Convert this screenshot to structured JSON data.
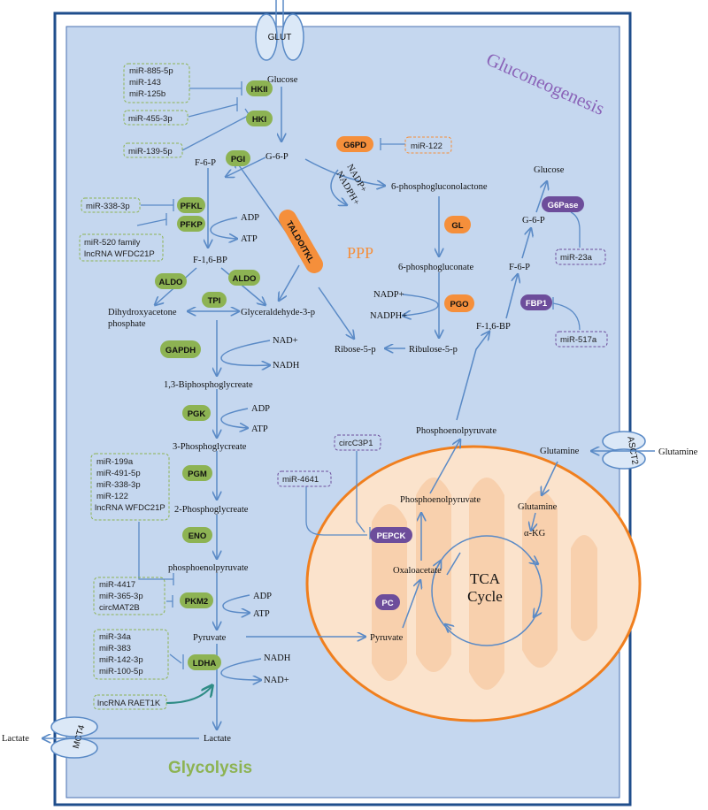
{
  "colors": {
    "cell_fill": "#c5d7ef",
    "cell_border": "#1f4e8c",
    "glycolysis_enzyme": "#8db353",
    "ppp_enzyme": "#f58f3b",
    "gluconeo_enzyme": "#6d4d9b",
    "mito_fill": "#fbe3cc",
    "mito_border": "#f07f1e",
    "arrow": "#5a8ac6"
  },
  "labels": {
    "gluconeogenesis": "Gluconeogenesis",
    "glycolysis": "Glycolysis",
    "ppp": "PPP",
    "tca": "TCA",
    "cycle": "Cycle"
  },
  "transporters": {
    "glut": "GLUT",
    "mct4": "MCT4",
    "asct2": "ASCT2"
  },
  "metabolites": {
    "glucose": "Glucose",
    "g6p": "G-6-P",
    "f6p": "F-6-P",
    "f16bp": "F-1,6-BP",
    "dhap1": "Dihydroxyacetone",
    "dhap2": "phosphate",
    "g3p": "Glyceraldehyde-3-p",
    "bpg13": "1,3-Biphosphoglycreate",
    "pg3": "3-Phosphoglycreate",
    "pg2": "2-Phosphoglycreate",
    "pep": "phosphoenolpyruvate",
    "pyruvate": "Pyruvate",
    "lactate": "Lactate",
    "lactate_out": "Lactate",
    "adp1": "ADP",
    "atp1": "ATP",
    "nad1": "NAD+",
    "nadh1": "NADH",
    "adp2": "ADP",
    "atp2": "ATP",
    "adp3": "ADP",
    "atp3": "ATP",
    "nadh2": "NADH",
    "nad2": "NAD+",
    "pgl": "6-phosphogluconolactone",
    "pgc": "6-phosphogluconate",
    "nadp_ppp": "NADP+",
    "nadph_ppp": "NADPH+",
    "ru5p": "Ribulose-5-p",
    "r5p": "Ribose-5-p",
    "nadp_g6pd": "NADP+",
    "nadph_g6pd": "NADPH+",
    "pep_cyto": "Phosphoenolpyruvate",
    "glucose_gn": "Glucose",
    "g6p_gn": "G-6-P",
    "f6p_gn": "F-6-P",
    "f16bp_gn": "F-1,6-BP",
    "glutamine_cyto": "Glutamine",
    "glutamine_out": "Glutamine",
    "glutamine_mito": "Glutamine",
    "akg": "α-KG",
    "pep_mito": "Phosphoenolpyruvate",
    "oaa": "Oxaloacetate",
    "pyruvate_mito": "Pyruvate"
  },
  "enzymes": {
    "hkii": "HKII",
    "hki": "HKI",
    "pgi": "PGI",
    "pfkl": "PFKL",
    "pfkp": "PFKP",
    "aldo1": "ALDO",
    "aldo2": "ALDO",
    "tpi": "TPI",
    "gapdh": "GAPDH",
    "pgk": "PGK",
    "pgm": "PGM",
    "eno": "ENO",
    "pkm2": "PKM2",
    "ldha": "LDHA",
    "g6pd": "G6PD",
    "taldo": "TALDO/TKL",
    "gl": "GL",
    "pgo": "PGO",
    "g6pase": "G6Pase",
    "fbp1": "FBP1",
    "pepck": "PEPCK",
    "pc": "PC"
  },
  "regulators": {
    "hkii": [
      "miR-885-5p",
      "miR-143",
      "miR-125b"
    ],
    "hki1": [
      "miR-455-3p"
    ],
    "hki2": [
      "miR-139-5p"
    ],
    "pfkl": [
      "miR-338-3p"
    ],
    "pfkp": [
      "miR-520 family",
      "lncRNA WFDC21P"
    ],
    "pgm": [
      "miR-199a",
      "miR-491-5p",
      "miR-338-3p",
      "miR-122",
      "lncRNA WFDC21P"
    ],
    "pkm2": [
      "miR-4417",
      "miR-365-3p",
      "circMAT2B"
    ],
    "ldha": [
      "miR-34a",
      "miR-383",
      "miR-142-3p",
      "miR-100-5p"
    ],
    "ldha_lnc": [
      "lncRNA RAET1K"
    ],
    "g6pd": [
      "miR-122"
    ],
    "g6pase": [
      "miR-23a"
    ],
    "fbp1": [
      "miR-517a"
    ],
    "pepck1": [
      "circC3P1"
    ],
    "pepck2": [
      "miR-4641"
    ]
  }
}
